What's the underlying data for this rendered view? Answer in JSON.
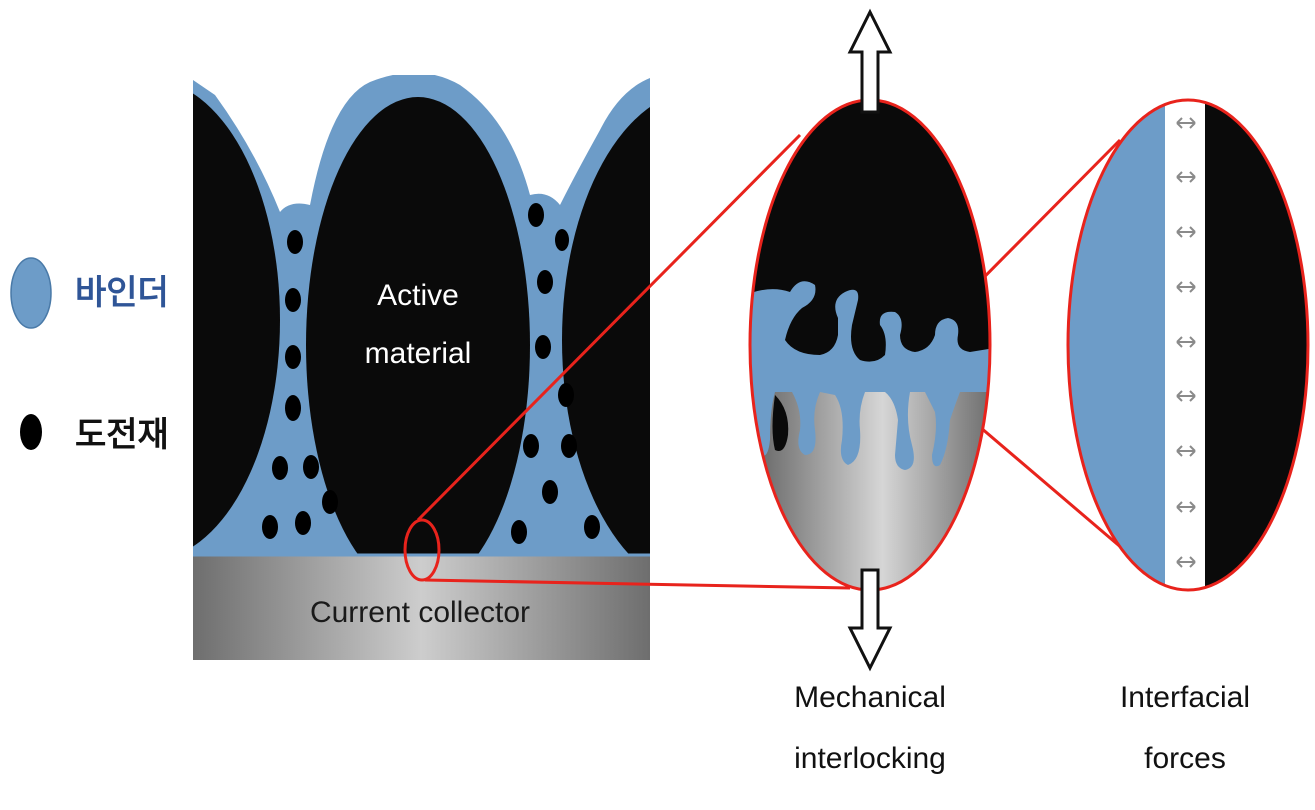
{
  "legend": {
    "binder_label": "바인더",
    "conductive_label": "도전재"
  },
  "labels": {
    "active_material_line1": "Active",
    "active_material_line2": "material",
    "current_collector": "Current collector",
    "mechanical_line1": "Mechanical",
    "mechanical_line2": "interlocking",
    "interfacial_line1": "Interfacial",
    "interfacial_line2": "forces"
  },
  "colors": {
    "binder": "#6d9cc8",
    "active_material": "#0a0a0a",
    "highlight": "#e8231c",
    "collector_dark": "#6e6e6e",
    "collector_light": "#cfcfcf",
    "binder_label_text": "#2f5597"
  },
  "icons": {
    "force_arrow": "double-headed-arrow"
  }
}
